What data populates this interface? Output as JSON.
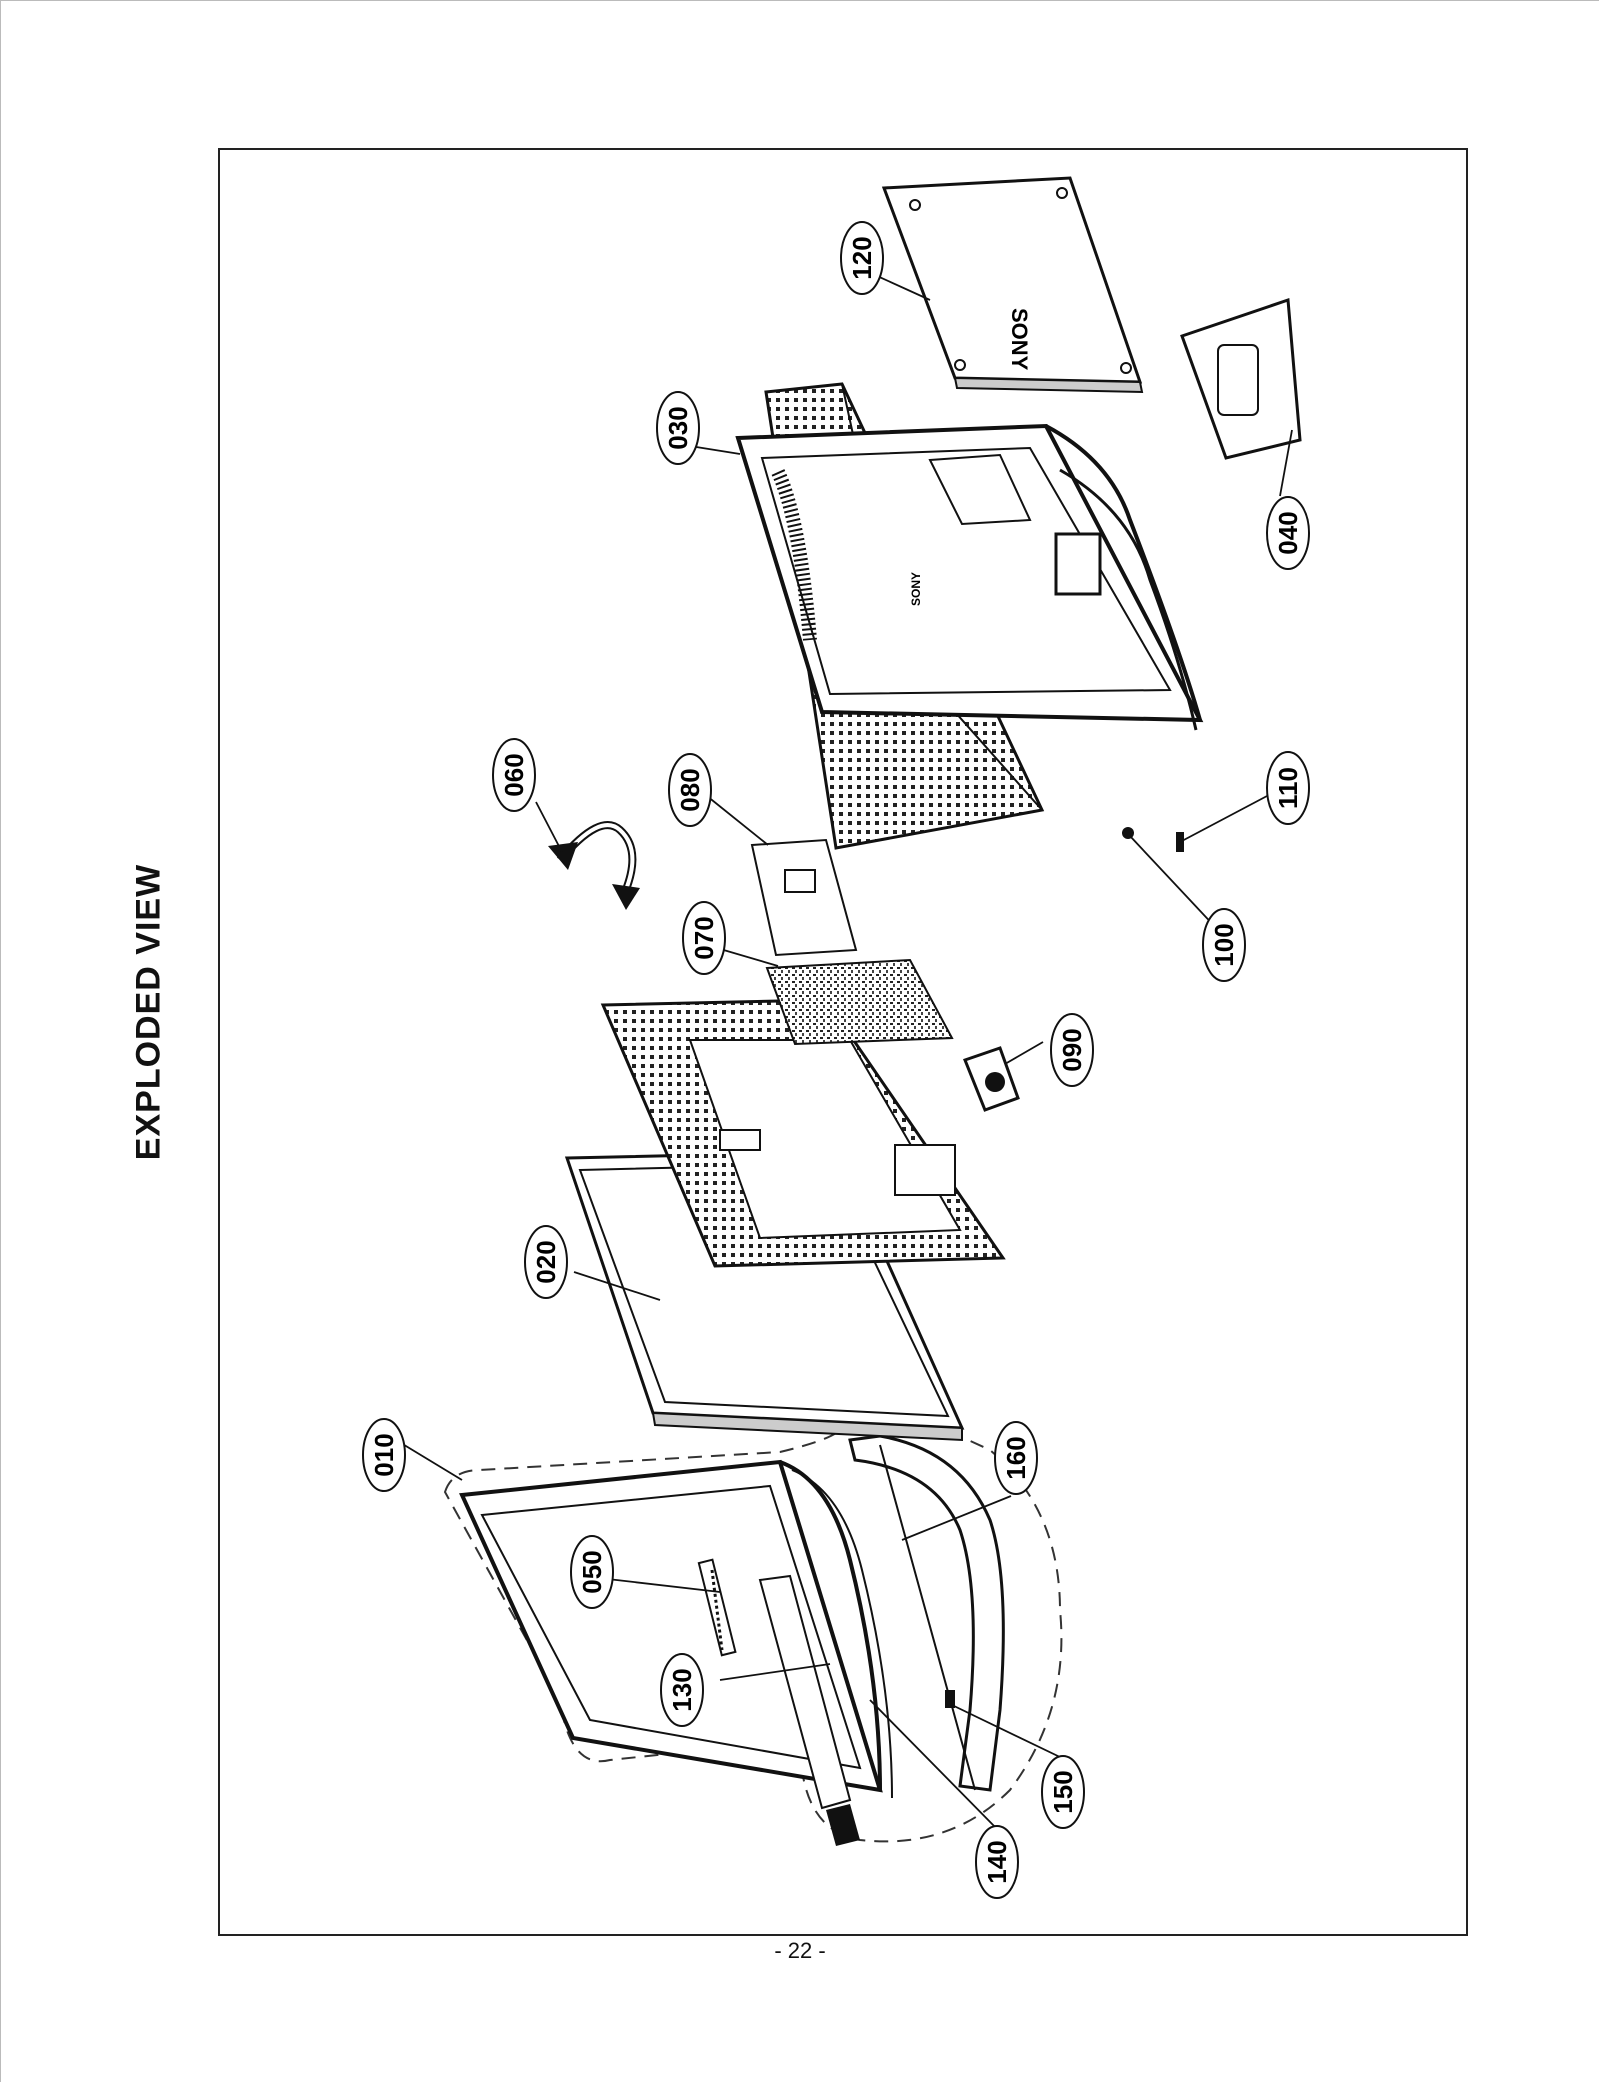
{
  "title": "EXPLODED VIEW",
  "page_number": "- 22 -",
  "brand_marks": [
    "SONY",
    "SONY"
  ],
  "callouts": [
    {
      "label": "010"
    },
    {
      "label": "020"
    },
    {
      "label": "030"
    },
    {
      "label": "040"
    },
    {
      "label": "050"
    },
    {
      "label": "060"
    },
    {
      "label": "070"
    },
    {
      "label": "080"
    },
    {
      "label": "090"
    },
    {
      "label": "100"
    },
    {
      "label": "110"
    },
    {
      "label": "120"
    },
    {
      "label": "130"
    },
    {
      "label": "140"
    },
    {
      "label": "150"
    },
    {
      "label": "160"
    }
  ]
}
